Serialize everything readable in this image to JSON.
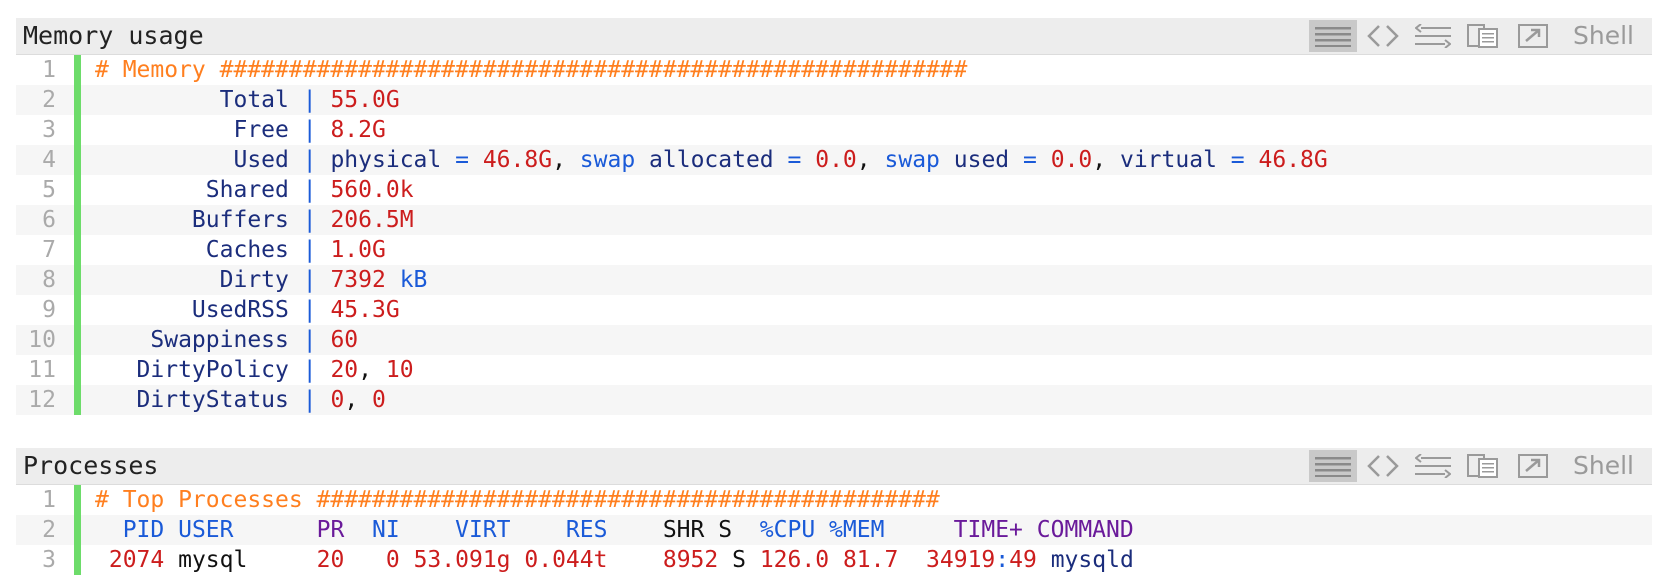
{
  "memory": {
    "title": "Memory usage",
    "toolbar": {
      "shell_label": "Shell"
    },
    "header_line": "# Memory ######################################################",
    "rows": [
      {
        "ln": "1"
      },
      {
        "ln": "2",
        "key": "         Total",
        "val": "55.0G"
      },
      {
        "ln": "3",
        "key": "          Free",
        "val": "8.2G"
      },
      {
        "ln": "4",
        "key": "          Used",
        "used": {
          "physical_label": "physical",
          "eq": "=",
          "physical_val": "46.8G",
          "comma": ",",
          "swap1": "swap",
          "allocated": "allocated",
          "allocated_val": "0.0",
          "swap2": "swap",
          "used_label": "used",
          "used_val": "0.0",
          "virtual_label": "virtual",
          "virtual_val": "46.8G"
        }
      },
      {
        "ln": "5",
        "key": "        Shared",
        "val": "560.0k"
      },
      {
        "ln": "6",
        "key": "       Buffers",
        "val": "206.5M"
      },
      {
        "ln": "7",
        "key": "        Caches",
        "val": "1.0G"
      },
      {
        "ln": "8",
        "key": "         Dirty",
        "val": "7392",
        "unit": "kB"
      },
      {
        "ln": "9",
        "key": "       UsedRSS",
        "val": "45.3G"
      },
      {
        "ln": "10",
        "key": "    Swappiness",
        "val": "60"
      },
      {
        "ln": "11",
        "key": "   DirtyPolicy",
        "val": "20",
        "val2": "10"
      },
      {
        "ln": "12",
        "key": "   DirtyStatus",
        "val": "0",
        "val2": "0"
      }
    ],
    "pipe": "|"
  },
  "processes": {
    "title": "Processes",
    "toolbar": {
      "shell_label": "Shell"
    },
    "header_line": "# Top Processes #############################################",
    "columns": {
      "pid": "PID",
      "user": "USER",
      "pr": "PR",
      "ni": "NI",
      "virt": "VIRT",
      "res": "RES",
      "shr": "SHR",
      "s": "S",
      "cpu": "%CPU",
      "mem": "%MEM",
      "time": "TIME+",
      "command": "COMMAND"
    },
    "row": {
      "pid": "2074",
      "user": "mysql",
      "pr": "20",
      "ni": "0",
      "virt": "53.091g",
      "res": "0.044t",
      "shr": "8952",
      "s": "S",
      "cpu": "126.0",
      "mem": "81.7",
      "time_a": "34919",
      "time_sep": ":",
      "time_b": "49",
      "command": "mysqld"
    },
    "line_numbers": [
      "1",
      "2",
      "3"
    ]
  }
}
